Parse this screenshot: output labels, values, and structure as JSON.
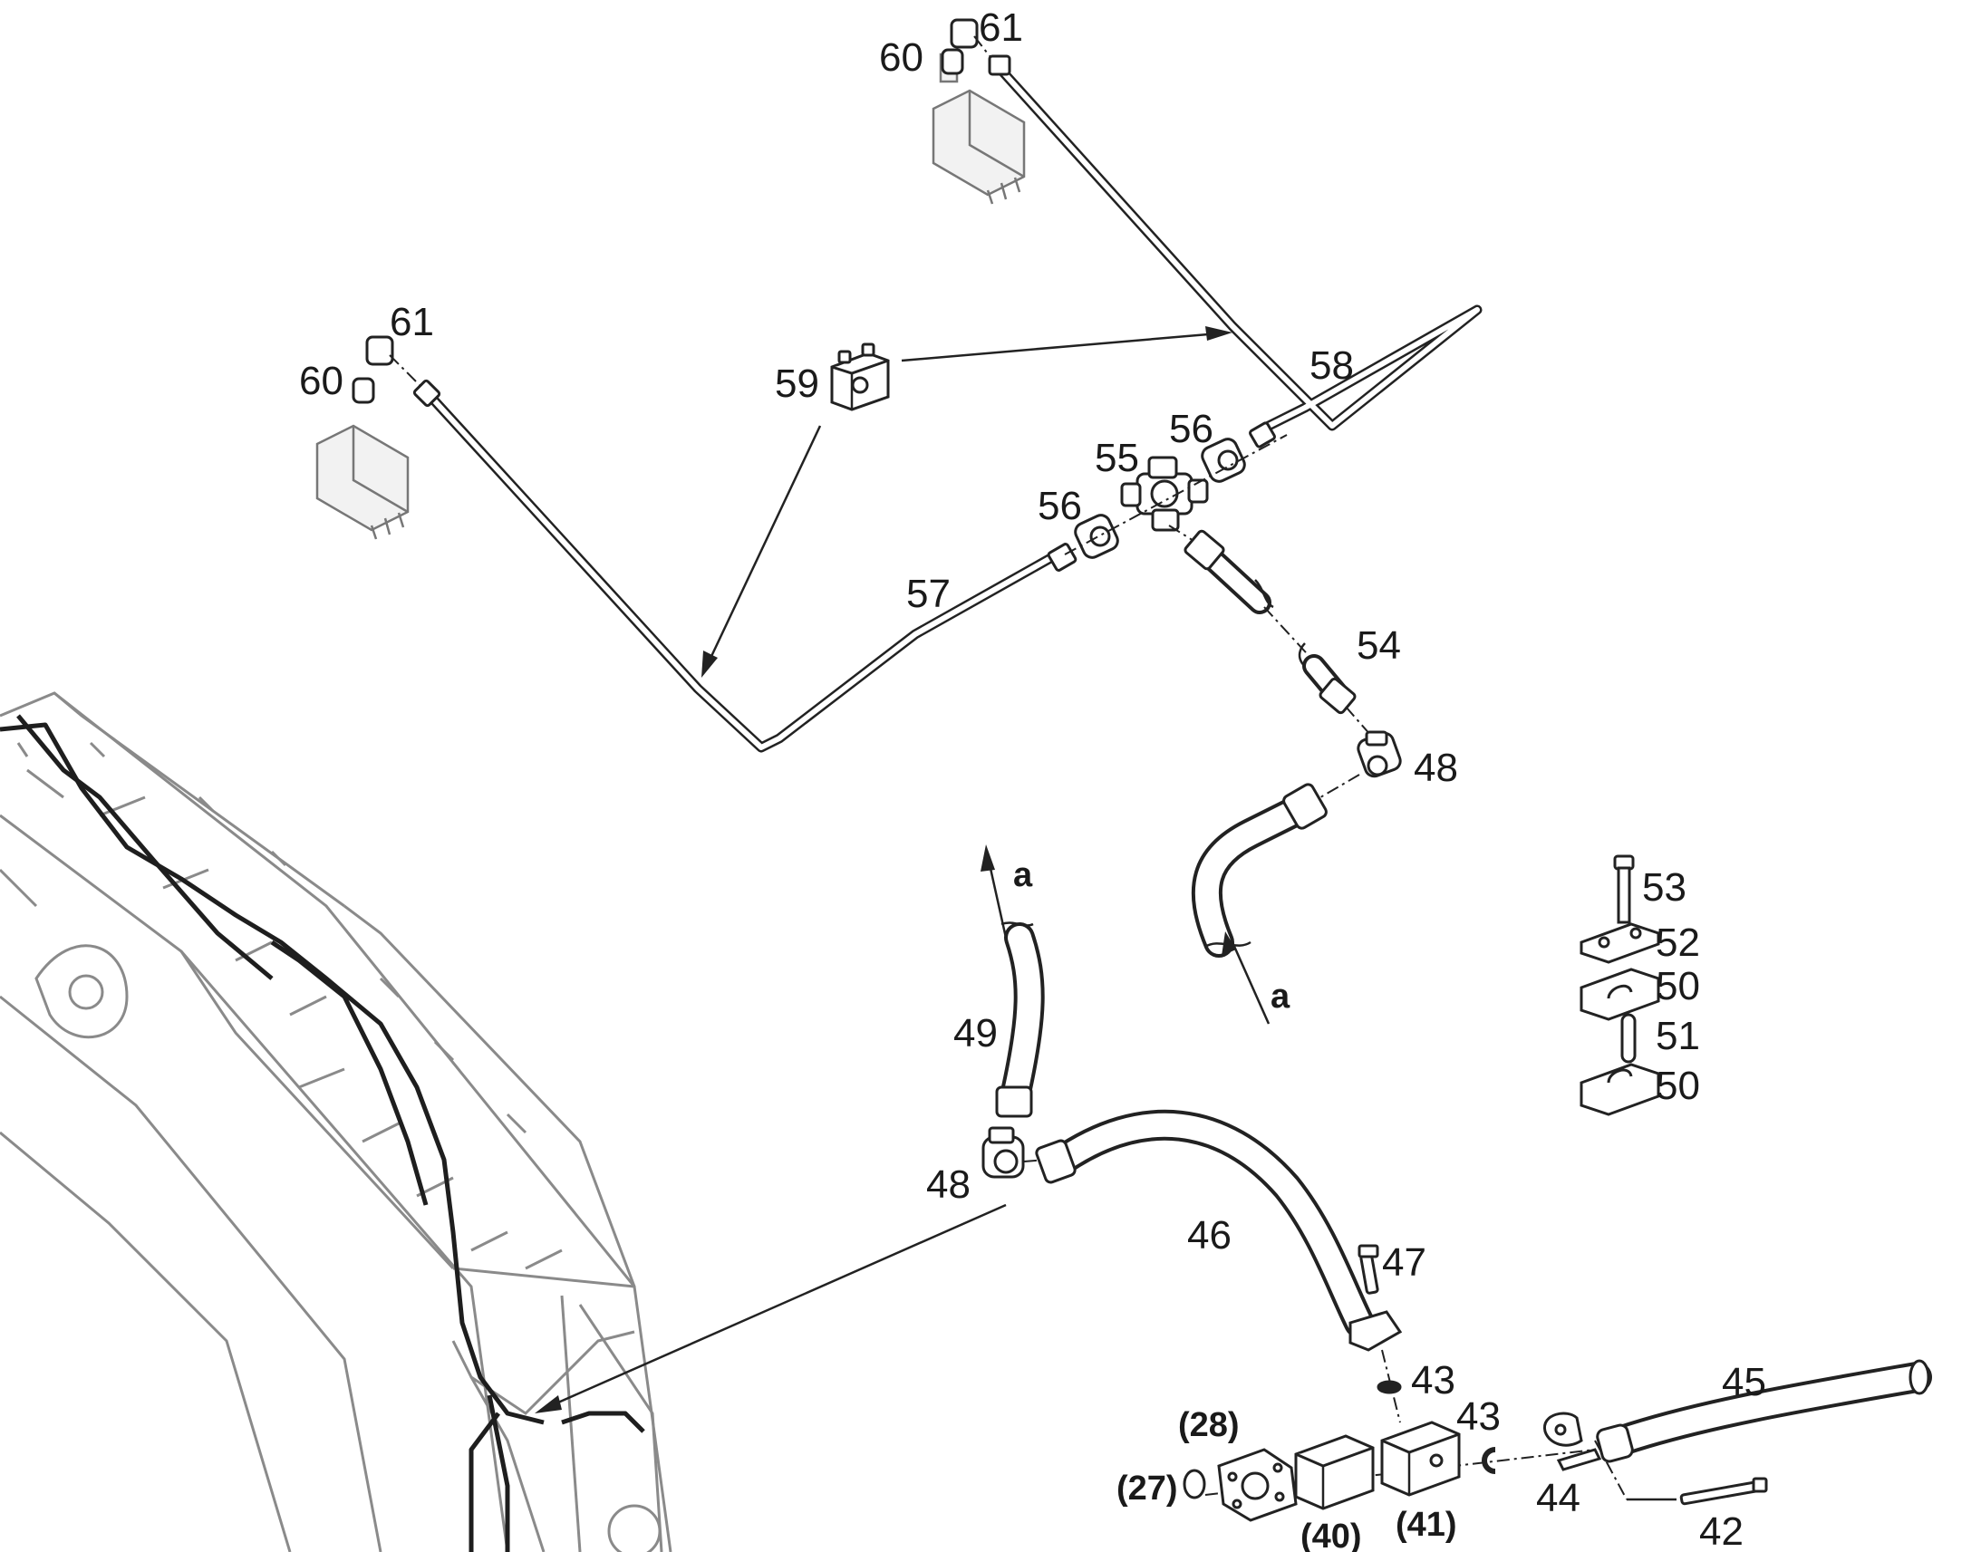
{
  "callouts": {
    "p61_top": "61",
    "p60_top": "60",
    "p61_left": "61",
    "p60_left": "60",
    "p59": "59",
    "p58": "58",
    "p56_right": "56",
    "p55": "55",
    "p56_left": "56",
    "p57": "57",
    "p54": "54",
    "p48_top": "48",
    "p53": "53",
    "p52": "52",
    "p50_top": "50",
    "p51": "51",
    "p50_bottom": "50",
    "p49": "49",
    "p48_bottom": "48",
    "p46": "46",
    "p47": "47",
    "p43_top": "43",
    "p43_right": "43",
    "p45": "45",
    "p28": "(28)",
    "p27": "(27)",
    "p40": "(40)",
    "p41": "(41)",
    "p44": "44",
    "p42": "42"
  },
  "markers": {
    "a_upper": "a",
    "a_lower": "a"
  },
  "colors": {
    "line": "#222222",
    "frame": "#8a8a8a",
    "background": "#ffffff"
  }
}
